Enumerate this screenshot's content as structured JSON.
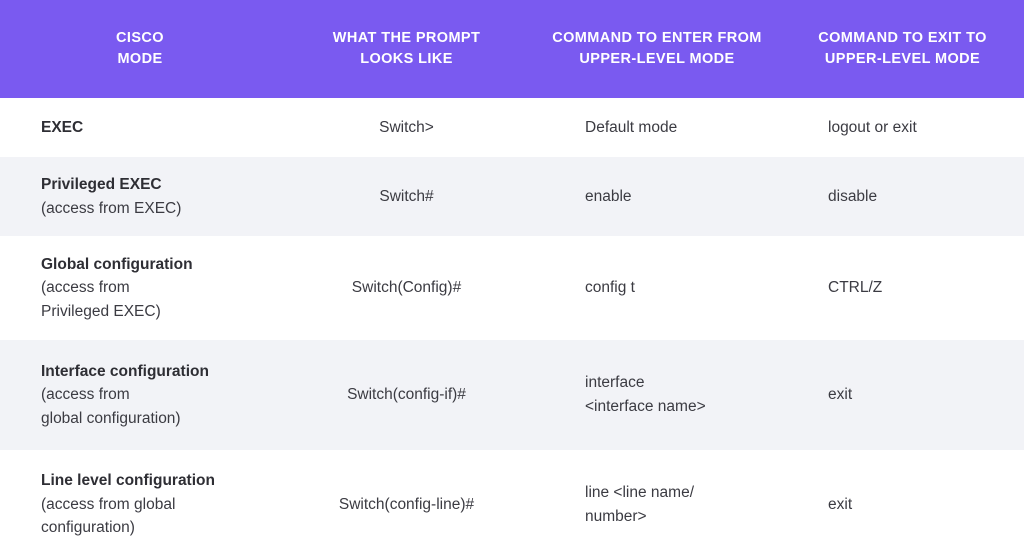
{
  "table": {
    "accent_color": "#7a5af0",
    "header_text_color": "#ffffff",
    "row_alt_color": "#f2f3f7",
    "row_base_color": "#ffffff",
    "body_text_color": "#3b3b42",
    "columns": [
      {
        "id": "cisco-mode",
        "line1": "CISCO",
        "line2": "MODE"
      },
      {
        "id": "prompt-look",
        "line1": "WHAT THE PROMPT",
        "line2": "LOOKS LIKE"
      },
      {
        "id": "enter-cmd",
        "line1": "COMMAND TO ENTER FROM",
        "line2": "UPPER-LEVEL MODE"
      },
      {
        "id": "exit-cmd",
        "line1": "COMMAND TO EXIT TO",
        "line2": "UPPER-LEVEL MODE"
      }
    ],
    "rows": [
      {
        "id": "exec",
        "shade": "white",
        "mode_title": "EXEC",
        "mode_sub1": "",
        "mode_sub2": "",
        "prompt": "Switch>",
        "enter1": "Default mode",
        "enter2": "",
        "exit": "logout or exit"
      },
      {
        "id": "privileged-exec",
        "shade": "gray",
        "mode_title": "Privileged EXEC",
        "mode_sub1": "(access from EXEC)",
        "mode_sub2": "",
        "prompt": "Switch#",
        "enter1": "enable",
        "enter2": "",
        "exit": "disable"
      },
      {
        "id": "global-configuration",
        "shade": "white",
        "mode_title": "Global configuration",
        "mode_sub1": "(access from",
        "mode_sub2": "Privileged EXEC)",
        "prompt": "Switch(Config)#",
        "enter1": "config t",
        "enter2": "",
        "exit": "CTRL/Z"
      },
      {
        "id": "interface-configuration",
        "shade": "gray",
        "mode_title": "Interface configuration",
        "mode_sub1": "(access from",
        "mode_sub2": "global configuration)",
        "prompt": "Switch(config-if)#",
        "enter1": "interface",
        "enter2": "<interface name>",
        "exit": "exit"
      },
      {
        "id": "line-level-configuration",
        "shade": "white",
        "mode_title": "Line level configuration",
        "mode_sub1": "(access from global",
        "mode_sub2": "configuration)",
        "prompt": "Switch(config-line)#",
        "enter1": "line <line name/",
        "enter2": "number>",
        "exit": "exit"
      }
    ]
  }
}
